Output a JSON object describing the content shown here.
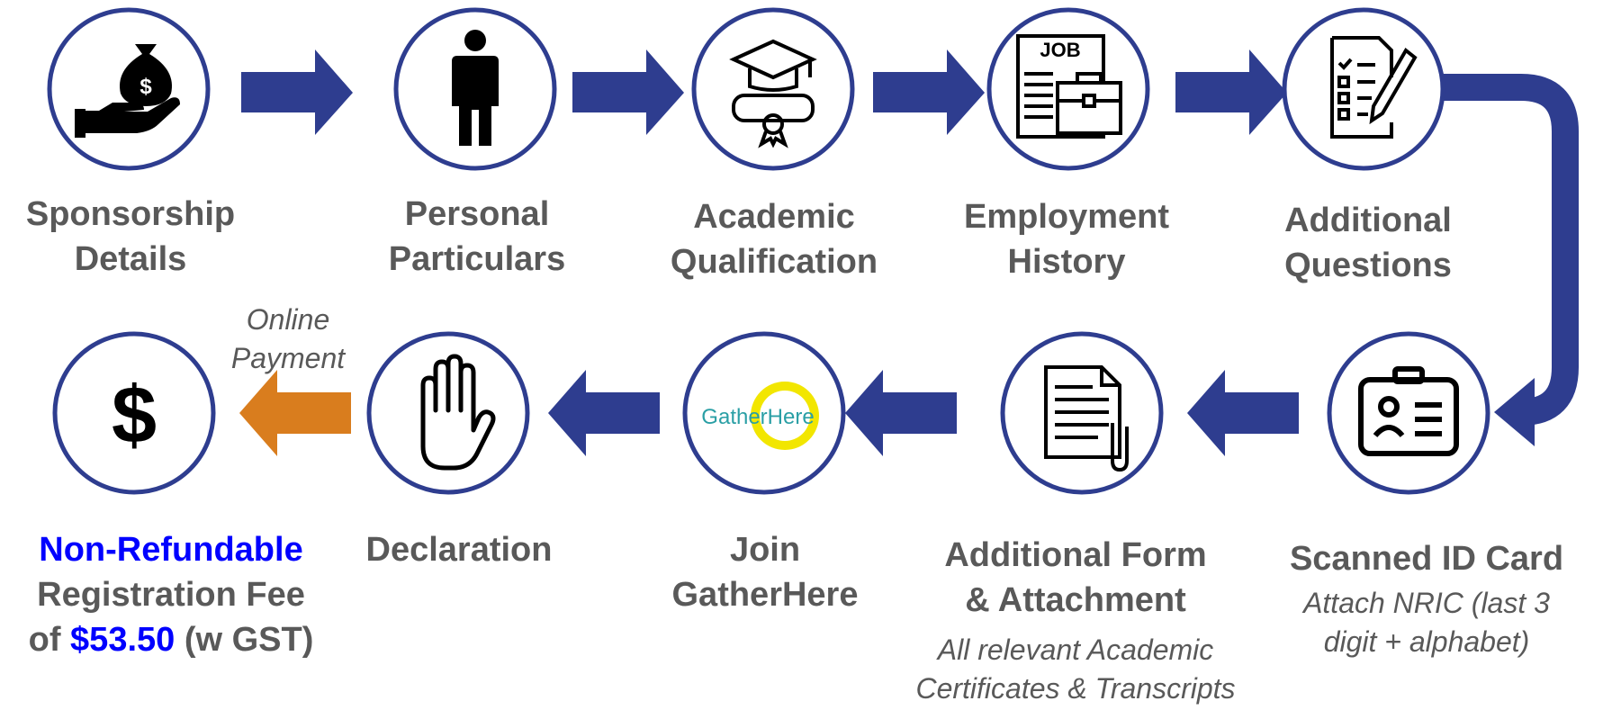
{
  "colors": {
    "circle_border": "#2e3d8f",
    "arrow_blue": "#2e3d8f",
    "arrow_orange": "#d97d1e",
    "label_text": "#595959",
    "highlight_blue": "#0000ff",
    "icon": "#000000"
  },
  "steps": [
    {
      "id": "sponsorship",
      "icon": "money-bag-hand-icon",
      "lines": [
        "Sponsorship",
        "Details"
      ]
    },
    {
      "id": "personal",
      "icon": "person-icon",
      "lines": [
        "Personal",
        "Particulars"
      ]
    },
    {
      "id": "academic",
      "icon": "graduation-cap-diploma-icon",
      "lines": [
        "Academic",
        "Qualification"
      ]
    },
    {
      "id": "employment",
      "icon": "job-briefcase-icon",
      "lines": [
        "Employment",
        "History"
      ]
    },
    {
      "id": "questions",
      "icon": "checklist-icon",
      "lines": [
        "Additional",
        "Questions"
      ]
    },
    {
      "id": "idcard",
      "icon": "id-card-icon",
      "lines": [
        "Scanned ID Card"
      ],
      "note": [
        "Attach NRIC (last 3",
        "digit + alphabet)"
      ]
    },
    {
      "id": "attachment",
      "icon": "document-attachment-icon",
      "lines": [
        "Additional Form",
        "& Attachment"
      ],
      "note": [
        "All relevant Academic",
        "Certificates & Transcripts"
      ]
    },
    {
      "id": "gatherhere",
      "icon": "gatherhere-logo",
      "logo_text": "GatherHere",
      "lines": [
        "Join",
        "GatherHere"
      ]
    },
    {
      "id": "declaration",
      "icon": "hand-icon",
      "lines": [
        "Declaration"
      ]
    },
    {
      "id": "payment",
      "icon": "dollar-icon",
      "fee": {
        "line1": "Non-Refundable",
        "line2": "Registration Fee",
        "prefix": "of",
        "amount": "$53.50",
        "suffix": "(w GST)"
      }
    }
  ],
  "payment_arrow_label": [
    "Online",
    "Payment"
  ]
}
